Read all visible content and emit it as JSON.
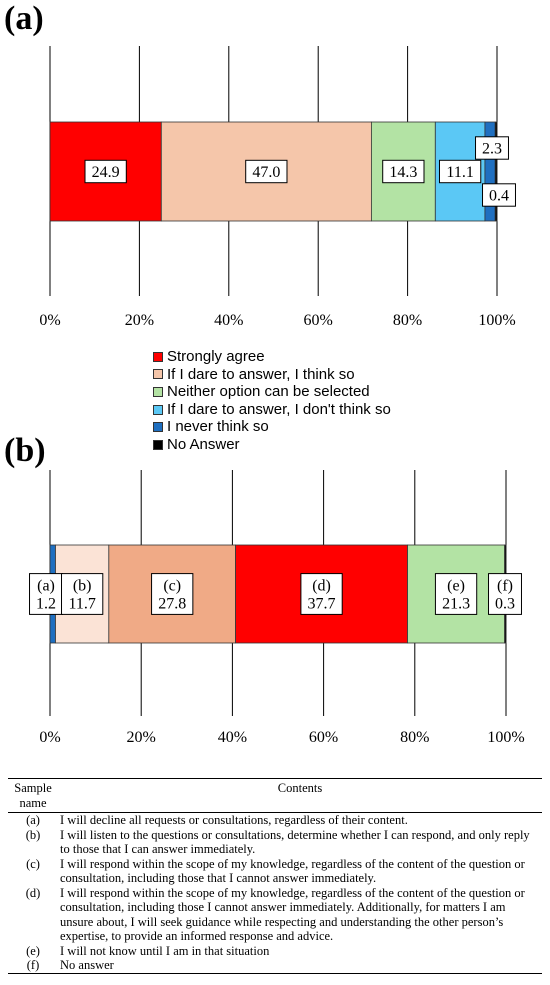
{
  "panel_a_label": "(a)",
  "panel_b_label": "(b)",
  "legend": [
    {
      "label": "Strongly agree",
      "color": "#ff0000"
    },
    {
      "label": "If I dare to answer, I think so",
      "color": "#f5c6aa"
    },
    {
      "label": "Neither option can be selected",
      "color": "#b3e3a4"
    },
    {
      "label": "If I dare to answer, I don't think so",
      "color": "#5bc8f5"
    },
    {
      "label": "I never think so",
      "color": "#1f6fc0"
    },
    {
      "label": "No Answer",
      "color": "#000000"
    }
  ],
  "chart_data": [
    {
      "type": "bar",
      "orientation": "horizontal-stacked",
      "xlim": [
        0,
        100
      ],
      "x_ticks": [
        "0%",
        "20%",
        "40%",
        "60%",
        "80%",
        "100%"
      ],
      "series": [
        {
          "name": "Strongly agree",
          "value": 24.9,
          "label": "24.9",
          "color": "#ff0000"
        },
        {
          "name": "If I dare to answer, I think so",
          "value": 47.0,
          "label": "47.0",
          "color": "#f5c6aa"
        },
        {
          "name": "Neither option can be selected",
          "value": 14.3,
          "label": "14.3",
          "color": "#b3e3a4"
        },
        {
          "name": "If I dare to answer, I don't think so",
          "value": 11.1,
          "label": "11.1",
          "color": "#5bc8f5"
        },
        {
          "name": "I never think so",
          "value": 2.3,
          "label": "2.3",
          "color": "#1f6fc0"
        },
        {
          "name": "No Answer",
          "value": 0.4,
          "label": "0.4",
          "color": "#000000"
        }
      ]
    },
    {
      "type": "bar",
      "orientation": "horizontal-stacked",
      "xlim": [
        0,
        100
      ],
      "x_ticks": [
        "0%",
        "20%",
        "40%",
        "60%",
        "80%",
        "100%"
      ],
      "series": [
        {
          "name": "(a)",
          "value": 1.2,
          "label": "1.2",
          "color": "#1f6fc0"
        },
        {
          "name": "(b)",
          "value": 11.7,
          "label": "11.7",
          "color": "#fbe3d6"
        },
        {
          "name": "(c)",
          "value": 27.8,
          "label": "27.8",
          "color": "#f0aa86"
        },
        {
          "name": "(d)",
          "value": 37.7,
          "label": "37.7",
          "color": "#ff0000"
        },
        {
          "name": "(e)",
          "value": 21.3,
          "label": "21.3",
          "color": "#b3e3a4"
        },
        {
          "name": "(f)",
          "value": 0.3,
          "label": "0.3",
          "color": "#000000"
        }
      ]
    }
  ],
  "table": {
    "header_name": "Sample name",
    "header_contents": "Contents",
    "rows": [
      {
        "name": "(a)",
        "text": "I will decline all requests or consultations, regardless of their content."
      },
      {
        "name": "(b)",
        "text": "I will listen to the questions or consultations, determine whether I can respond, and only reply to those that I can answer immediately."
      },
      {
        "name": "(c)",
        "text": "I will respond within the scope of my knowledge, regardless of the content of the question or consultation, including those that I cannot answer immediately."
      },
      {
        "name": "(d)",
        "text": "I will respond within the scope of my knowledge, regardless of the content of the question or consultation, including those I cannot answer immediately. Additionally, for matters I am unsure about, I will seek guidance while respecting and understanding the other person’s expertise, to provide an informed response and advice."
      },
      {
        "name": "(e)",
        "text": "I will not know until I am in that situation"
      },
      {
        "name": "(f)",
        "text": "No answer"
      }
    ]
  }
}
